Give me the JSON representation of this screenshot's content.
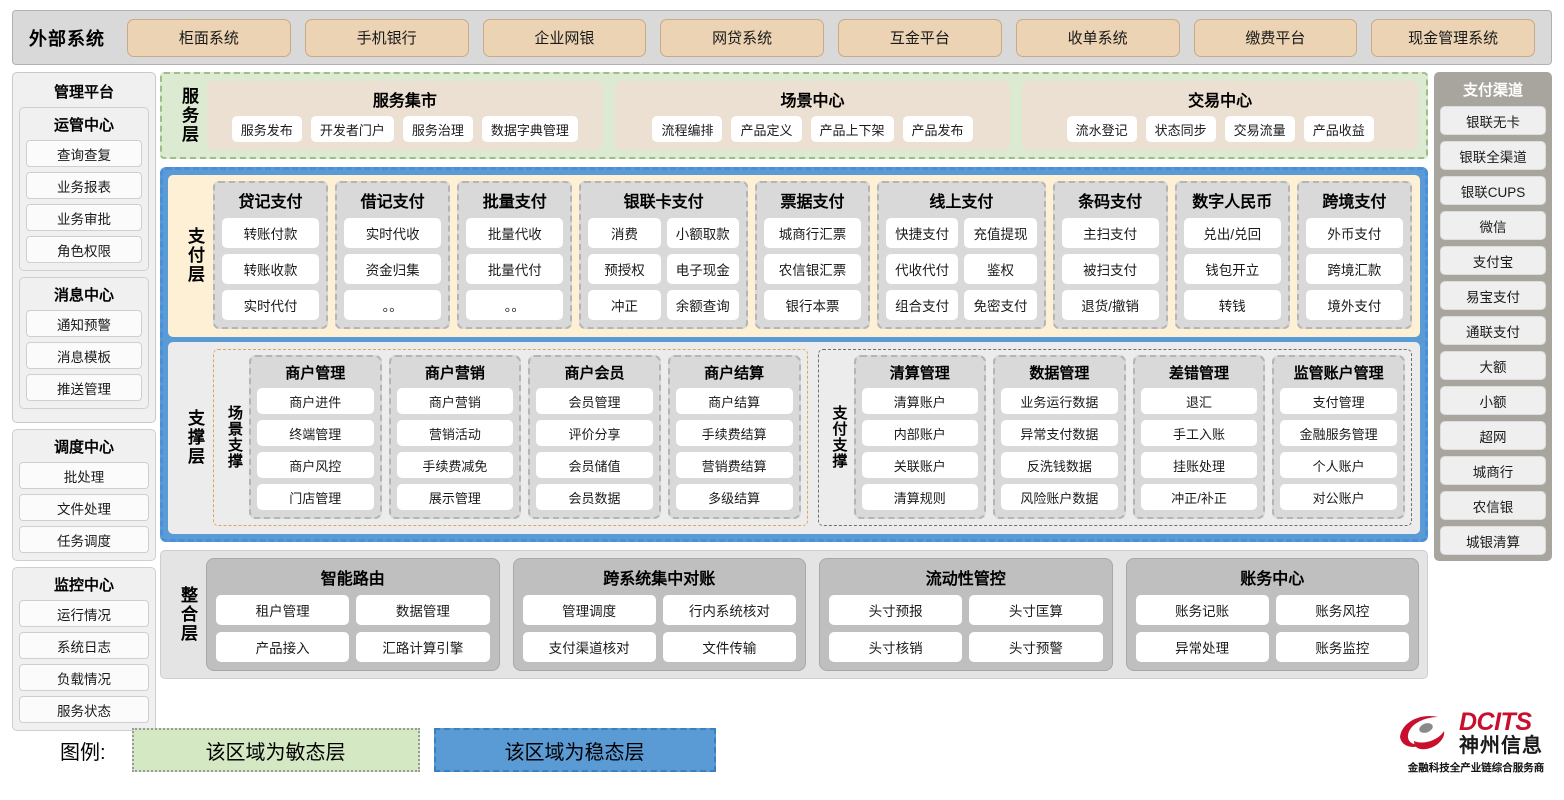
{
  "external": {
    "title": "外部系统",
    "items": [
      "柜面系统",
      "手机银行",
      "企业网银",
      "网贷系统",
      "互金平台",
      "收单系统",
      "缴费平台",
      "现金管理系统"
    ]
  },
  "left_sidebar": {
    "title": "管理平台",
    "groups": [
      {
        "title": "运管中心",
        "items": [
          "查询查复",
          "业务报表",
          "业务审批",
          "角色权限"
        ]
      },
      {
        "title": "消息中心",
        "items": [
          "通知预警",
          "消息模板",
          "推送管理"
        ]
      }
    ],
    "standalone_groups": [
      {
        "title": "调度中心",
        "items": [
          "批处理",
          "文件处理",
          "任务调度"
        ]
      },
      {
        "title": "监控中心",
        "items": [
          "运行情况",
          "系统日志",
          "负载情况",
          "服务状态"
        ]
      }
    ]
  },
  "right_sidebar": {
    "title": "支付渠道",
    "items": [
      "银联无卡",
      "银联全渠道",
      "银联CUPS",
      "微信",
      "支付宝",
      "易宝支付",
      "通联支付",
      "大额",
      "小额",
      "超网",
      "城商行",
      "农信银",
      "城银清算"
    ]
  },
  "service_layer": {
    "label": "服务层",
    "cards": [
      {
        "title": "服务集市",
        "items": [
          "服务发布",
          "开发者门户",
          "服务治理",
          "数据字典管理"
        ]
      },
      {
        "title": "场景中心",
        "items": [
          "流程编排",
          "产品定义",
          "产品上下架",
          "产品发布"
        ]
      },
      {
        "title": "交易中心",
        "items": [
          "流水登记",
          "状态同步",
          "交易流量",
          "产品收益"
        ]
      }
    ]
  },
  "payment_layer": {
    "label": "支付层",
    "cards": [
      {
        "title": "贷记支付",
        "cols": 1,
        "items": [
          "转账付款",
          "转账收款",
          "实时代付"
        ]
      },
      {
        "title": "借记支付",
        "cols": 1,
        "items": [
          "实时代收",
          "资金归集",
          "。。"
        ]
      },
      {
        "title": "批量支付",
        "cols": 1,
        "items": [
          "批量代收",
          "批量代付",
          "。。"
        ]
      },
      {
        "title": "银联卡支付",
        "cols": 2,
        "items": [
          "消费",
          "小额取款",
          "预授权",
          "电子现金",
          "冲正",
          "余额查询"
        ]
      },
      {
        "title": "票据支付",
        "cols": 1,
        "items": [
          "城商行汇票",
          "农信银汇票",
          "银行本票"
        ]
      },
      {
        "title": "线上支付",
        "cols": 2,
        "items": [
          "快捷支付",
          "充值提现",
          "代收代付",
          "鉴权",
          "组合支付",
          "免密支付"
        ]
      },
      {
        "title": "条码支付",
        "cols": 1,
        "items": [
          "主扫支付",
          "被扫支付",
          "退货/撤销"
        ]
      },
      {
        "title": "数字人民币",
        "cols": 1,
        "items": [
          "兑出/兑回",
          "钱包开立",
          "转钱"
        ]
      },
      {
        "title": "跨境支付",
        "cols": 1,
        "items": [
          "外币支付",
          "跨境汇款",
          "境外支付"
        ]
      }
    ]
  },
  "support_layer": {
    "label": "支撑层",
    "halves": [
      {
        "label": "场景支撑",
        "cards": [
          {
            "title": "商户管理",
            "items": [
              "商户进件",
              "终端管理",
              "商户风控",
              "门店管理"
            ]
          },
          {
            "title": "商户营销",
            "items": [
              "商户营销",
              "营销活动",
              "手续费减免",
              "展示管理"
            ]
          },
          {
            "title": "商户会员",
            "items": [
              "会员管理",
              "评价分享",
              "会员储值",
              "会员数据"
            ]
          },
          {
            "title": "商户结算",
            "items": [
              "商户结算",
              "手续费结算",
              "营销费结算",
              "多级结算"
            ]
          }
        ]
      },
      {
        "label": "支付支撑",
        "cards": [
          {
            "title": "清算管理",
            "items": [
              "清算账户",
              "内部账户",
              "关联账户",
              "清算规则"
            ]
          },
          {
            "title": "数据管理",
            "items": [
              "业务运行数据",
              "异常支付数据",
              "反洗钱数据",
              "风险账户数据"
            ]
          },
          {
            "title": "差错管理",
            "items": [
              "退汇",
              "手工入账",
              "挂账处理",
              "冲正/补正"
            ]
          },
          {
            "title": "监管账户管理",
            "items": [
              "支付管理",
              "金融服务管理",
              "个人账户",
              "对公账户"
            ]
          }
        ]
      }
    ]
  },
  "integration_layer": {
    "label": "整合层",
    "cards": [
      {
        "title": "智能路由",
        "items": [
          "租户管理",
          "数据管理",
          "产品接入",
          "汇路计算引擎"
        ]
      },
      {
        "title": "跨系统集中对账",
        "items": [
          "管理调度",
          "行内系统核对",
          "支付渠道核对",
          "文件传输"
        ]
      },
      {
        "title": "流动性管控",
        "items": [
          "头寸预报",
          "头寸匡算",
          "头寸核销",
          "头寸预警"
        ]
      },
      {
        "title": "账务中心",
        "items": [
          "账务记账",
          "账务风控",
          "异常处理",
          "账务监控"
        ]
      }
    ]
  },
  "legend": {
    "label": "图例:",
    "agile": "该区域为敏态层",
    "stable": "该区域为稳态层"
  },
  "logo": {
    "en": "DCITS",
    "cn": "神州信息",
    "tagline": "金融科技全产业链综合服务商"
  },
  "colors": {
    "agile_bg": "#d5e8c4",
    "stable_bg": "#5b9bd5",
    "external_chip": "#ebd3b4",
    "payment_bg": "#fdf0d5",
    "brand_red": "#c8102e"
  }
}
